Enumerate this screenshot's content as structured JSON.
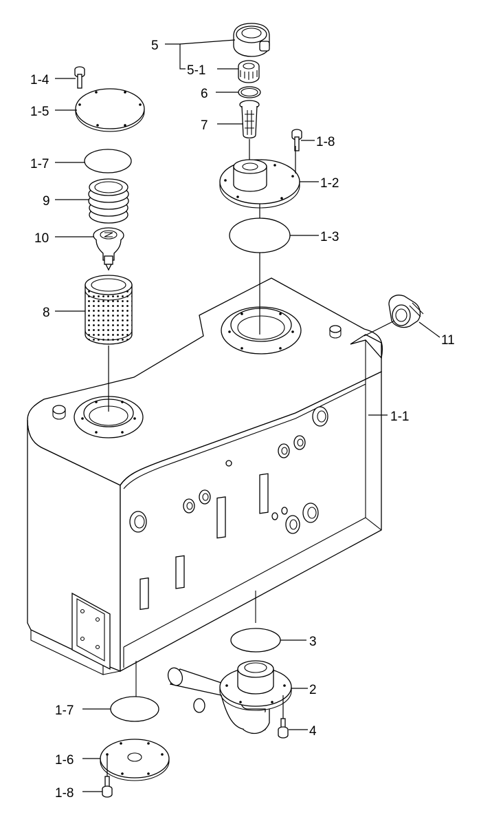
{
  "labels": {
    "p5": "5",
    "p5_1": "5-1",
    "p6": "6",
    "p7": "7",
    "p1_8_top": "1-8",
    "p1_2": "1-2",
    "p1_3": "1-3",
    "p1_4": "1-4",
    "p1_5": "1-5",
    "p1_7_top": "1-7",
    "p9": "9",
    "p10": "10",
    "p8": "8",
    "p11": "11",
    "p1_1": "1-1",
    "p3": "3",
    "p2": "2",
    "p4": "4",
    "p1_7_bottom": "1-7",
    "p1_6": "1-6",
    "p1_8_bottom": "1-8"
  },
  "colors": {
    "line": "#000000",
    "background": "#ffffff"
  }
}
